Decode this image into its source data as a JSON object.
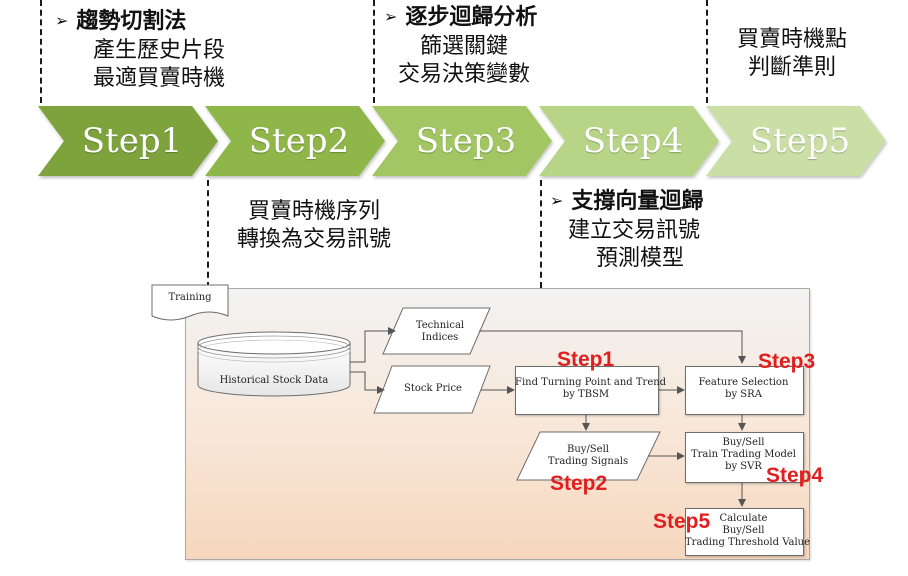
{
  "top_notes": {
    "step1": {
      "title": "趨勢切割法",
      "line1": "產生歷史片段",
      "line2": "最適買賣時機"
    },
    "step3": {
      "title": "逐步迴歸分析",
      "line1": "篩選關鍵",
      "line2": "交易決策變數"
    },
    "step5": {
      "line1": "買賣時機點",
      "line2": "判斷準則"
    }
  },
  "bottom_notes": {
    "step2": {
      "line1": "買賣時機序列",
      "line2": "轉換為交易訊號"
    },
    "step4": {
      "title": "支撐向量迴歸",
      "line1": "建立交易訊號",
      "line2": "預測模型"
    }
  },
  "steps": [
    "Step1",
    "Step2",
    "Step3",
    "Step4",
    "Step5"
  ],
  "step_colors": [
    "#7ea33c",
    "#8fb64a",
    "#a2c664",
    "#b7d487",
    "#cadfa6"
  ],
  "flowchart": {
    "doc_label": "Training",
    "database": "Historical Stock Data",
    "technical": {
      "line1": "Technical",
      "line2": "Indices"
    },
    "stock_price": "Stock Price",
    "turning_point": {
      "line1": "Find Turning Point and Trend",
      "line2": "by TBSM"
    },
    "feature_selection": {
      "line1": "Feature Selection",
      "line2": "by SRA"
    },
    "signals": {
      "line1": "Buy/Sell",
      "line2": "Trading Signals"
    },
    "train_model": {
      "line1": "Buy/Sell",
      "line2": "Train Trading Model",
      "line3": "by SVR"
    },
    "calculate": {
      "line1": "Calculate",
      "line2": "Buy/Sell",
      "line3": "Trading Threshold Value"
    },
    "red_labels": {
      "step1": "Step1",
      "step2": "Step2",
      "step3": "Step3",
      "step4": "Step4",
      "step5": "Step5"
    }
  }
}
